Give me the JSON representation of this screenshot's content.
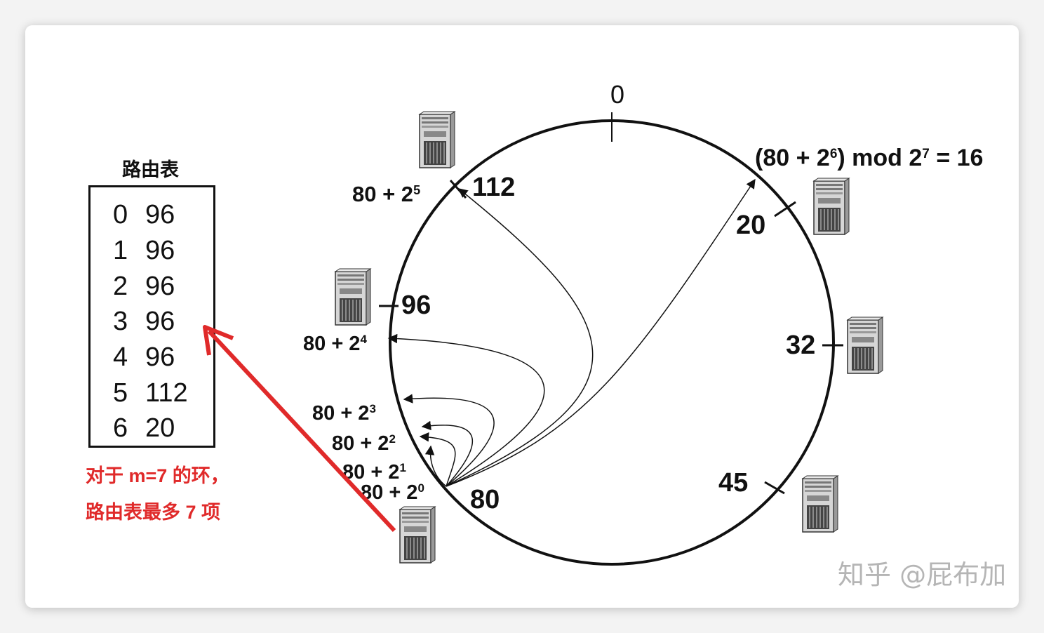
{
  "routing_table": {
    "title": "路由表",
    "rows": [
      {
        "index": "0",
        "node": "96"
      },
      {
        "index": "1",
        "node": "96"
      },
      {
        "index": "2",
        "node": "96"
      },
      {
        "index": "3",
        "node": "96"
      },
      {
        "index": "4",
        "node": "96"
      },
      {
        "index": "5",
        "node": "112"
      },
      {
        "index": "6",
        "node": "20"
      }
    ]
  },
  "note": {
    "line1": "对于 m=7 的环，",
    "line2": "路由表最多 7 项"
  },
  "ring": {
    "zero_label": "0",
    "nodes": [
      "112",
      "20",
      "32",
      "45",
      "80",
      "96"
    ],
    "finger_labels": {
      "f0": "80 + 2",
      "f0_exp": "0",
      "f1": "80 + 2",
      "f1_exp": "1",
      "f2": "80 + 2",
      "f2_exp": "2",
      "f3": "80 + 2",
      "f3_exp": "3",
      "f4": "80 + 2",
      "f4_exp": "4",
      "f5": "80 + 2",
      "f5_exp": "5"
    },
    "mod_label": {
      "prefix": "(80 + 2",
      "exp1": "6",
      "middle": ") mod 2",
      "exp2": "7",
      "suffix": " = 16"
    }
  },
  "watermark": "知乎 @屁布加",
  "colors": {
    "arrow_red": "#e02a2a",
    "ink": "#111111",
    "server_dark": "#3a3a3a"
  },
  "icons": [
    "server-icon"
  ]
}
